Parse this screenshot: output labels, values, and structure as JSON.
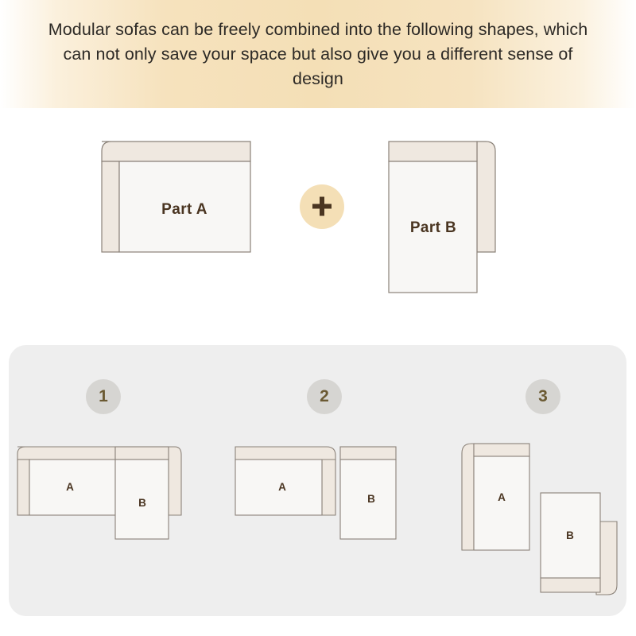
{
  "banner": {
    "headline": "Modular sofas can be freely combined into the following shapes, which can not only save your space but also give you a different sense of design",
    "background_gradient_center": "#F4DFB6",
    "text_color": "#2D2A26"
  },
  "parts": {
    "part_a": {
      "label": "Part A",
      "description": "wide sofa module, backrest along top edge, armrest on left side"
    },
    "plus": {
      "symbol": "+",
      "icon_name": "plus-icon",
      "circle_color": "#F4DFB6",
      "symbol_color": "#4A3521"
    },
    "part_b": {
      "label": "Part B",
      "description": "chaise module, backrest along top edge, armrest on right side"
    }
  },
  "combinations": {
    "panel_color": "#EEEEEE",
    "badge_color": "#D6D5D2",
    "badge_text_color": "#6B5A33",
    "items": [
      {
        "number": "1",
        "part_a_label": "A",
        "part_b_label": "B",
        "arrangement": "A left with left armrest, B attached right and extending downward with right armrest"
      },
      {
        "number": "2",
        "part_a_label": "A",
        "part_b_label": "B",
        "arrangement": "A left with right armrest, B placed beside it extending downward"
      },
      {
        "number": "3",
        "part_a_label": "A",
        "part_b_label": "B",
        "arrangement": "A rotated vertical with left armrest, B offset lower-right with right armrest and bottom backrest"
      }
    ]
  },
  "colors": {
    "seat_fill": "#F8F7F5",
    "cushion_fill": "#EFE8E0",
    "outline": "#8B8279",
    "label_text": "#4A3521"
  }
}
